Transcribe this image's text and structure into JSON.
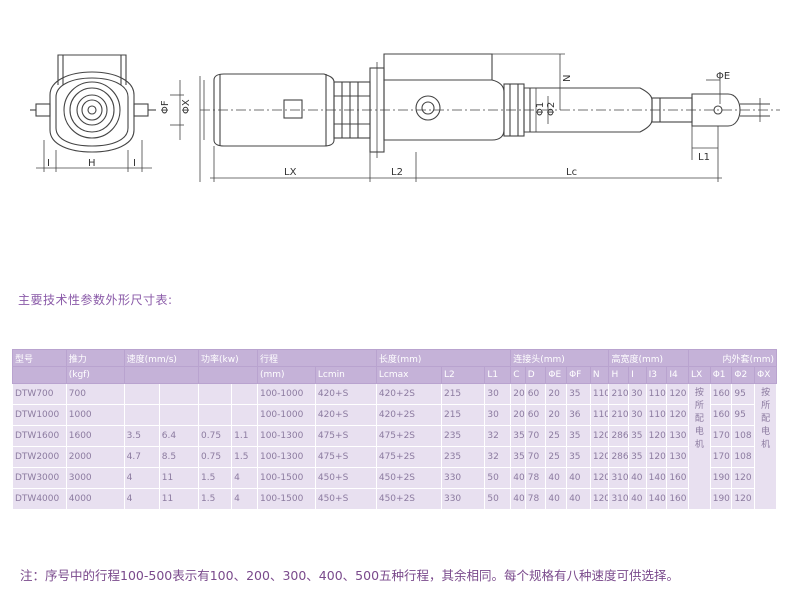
{
  "drawing": {
    "labels": {
      "H": "H",
      "I_left": "I",
      "I_right": "I",
      "OX": "ΦX",
      "OF": "ΦF",
      "LX": "LX",
      "L2": "L2",
      "Lc": "Lc",
      "N": "N",
      "OE": "ΦE",
      "O1": "Φ1",
      "O2": "Φ2",
      "L1": "L1"
    }
  },
  "section_title": "主要技术性参数外形尺寸表:",
  "table": {
    "header_row1": [
      "型号",
      "推力",
      "速度(mm/s)",
      "功率(kw)",
      "行程",
      "长度(mm)",
      "连接头(mm)",
      "高宽度(mm)",
      "内外套(mm)"
    ],
    "header_row2": [
      "(kgf)",
      "(mm)",
      "Lcmin",
      "Lcmax",
      "L2",
      "L1",
      "C",
      "D",
      "ΦE",
      "ΦF",
      "N",
      "H",
      "I",
      "I3",
      "I4",
      "LX",
      "Φ1",
      "Φ2",
      "ΦX"
    ],
    "rows": [
      {
        "model": "DTW700",
        "thrust": "700",
        "speed1": "",
        "speed2": "",
        "power1": "",
        "power2": "",
        "stroke": "100-1000",
        "lcmin": "420+S",
        "lcmax": "420+2S",
        "l2": "215",
        "l1": "30",
        "c": "20",
        "d": "60",
        "oe": "20",
        "of": "35",
        "n": "110",
        "h": "210",
        "i": "30",
        "i3": "110",
        "i4": "120",
        "lx": "",
        "o1": "160",
        "o2": "95"
      },
      {
        "model": "DTW1000",
        "thrust": "1000",
        "speed1": "",
        "speed2": "",
        "power1": "",
        "power2": "",
        "stroke": "100-1000",
        "lcmin": "420+S",
        "lcmax": "420+2S",
        "l2": "215",
        "l1": "30",
        "c": "20",
        "d": "60",
        "oe": "20",
        "of": "36",
        "n": "110",
        "h": "210",
        "i": "30",
        "i3": "110",
        "i4": "120",
        "lx": "",
        "o1": "160",
        "o2": "95"
      },
      {
        "model": "DTW1600",
        "thrust": "1600",
        "speed1": "3.5",
        "speed2": "6.4",
        "power1": "0.75",
        "power2": "1.1",
        "stroke": "100-1300",
        "lcmin": "475+S",
        "lcmax": "475+2S",
        "l2": "235",
        "l1": "32",
        "c": "35",
        "d": "70",
        "oe": "25",
        "of": "35",
        "n": "120",
        "h": "286",
        "i": "35",
        "i3": "120",
        "i4": "130",
        "lx": "",
        "o1": "170",
        "o2": "108"
      },
      {
        "model": "DTW2000",
        "thrust": "2000",
        "speed1": "4.7",
        "speed2": "8.5",
        "power1": "0.75",
        "power2": "1.5",
        "stroke": "100-1300",
        "lcmin": "475+S",
        "lcmax": "475+2S",
        "l2": "235",
        "l1": "32",
        "c": "35",
        "d": "70",
        "oe": "25",
        "of": "35",
        "n": "120",
        "h": "286",
        "i": "35",
        "i3": "120",
        "i4": "130",
        "lx": "",
        "o1": "170",
        "o2": "108"
      },
      {
        "model": "DTW3000",
        "thrust": "3000",
        "speed1": "4",
        "speed2": "11",
        "power1": "1.5",
        "power2": "4",
        "stroke": "100-1500",
        "lcmin": "450+S",
        "lcmax": "450+2S",
        "l2": "330",
        "l1": "50",
        "c": "40",
        "d": "78",
        "oe": "40",
        "of": "40",
        "n": "120",
        "h": "310",
        "i": "40",
        "i3": "140",
        "i4": "160",
        "lx": "",
        "o1": "190",
        "o2": "120"
      },
      {
        "model": "DTW4000",
        "thrust": "4000",
        "speed1": "4",
        "speed2": "11",
        "power1": "1.5",
        "power2": "4",
        "stroke": "100-1500",
        "lcmin": "450+S",
        "lcmax": "450+2S",
        "l2": "330",
        "l1": "50",
        "c": "40",
        "d": "78",
        "oe": "40",
        "of": "40",
        "n": "120",
        "h": "310",
        "i": "40",
        "i3": "140",
        "i4": "160",
        "lx": "",
        "o1": "190",
        "o2": "120"
      }
    ],
    "lx_merged": "按所配电机",
    "ox_merged": "按所配电机"
  },
  "note": "注：序号中的行程100-500表示有100、200、300、400、500五种行程，其余相同。每个规格有八种速度可供选择。"
}
